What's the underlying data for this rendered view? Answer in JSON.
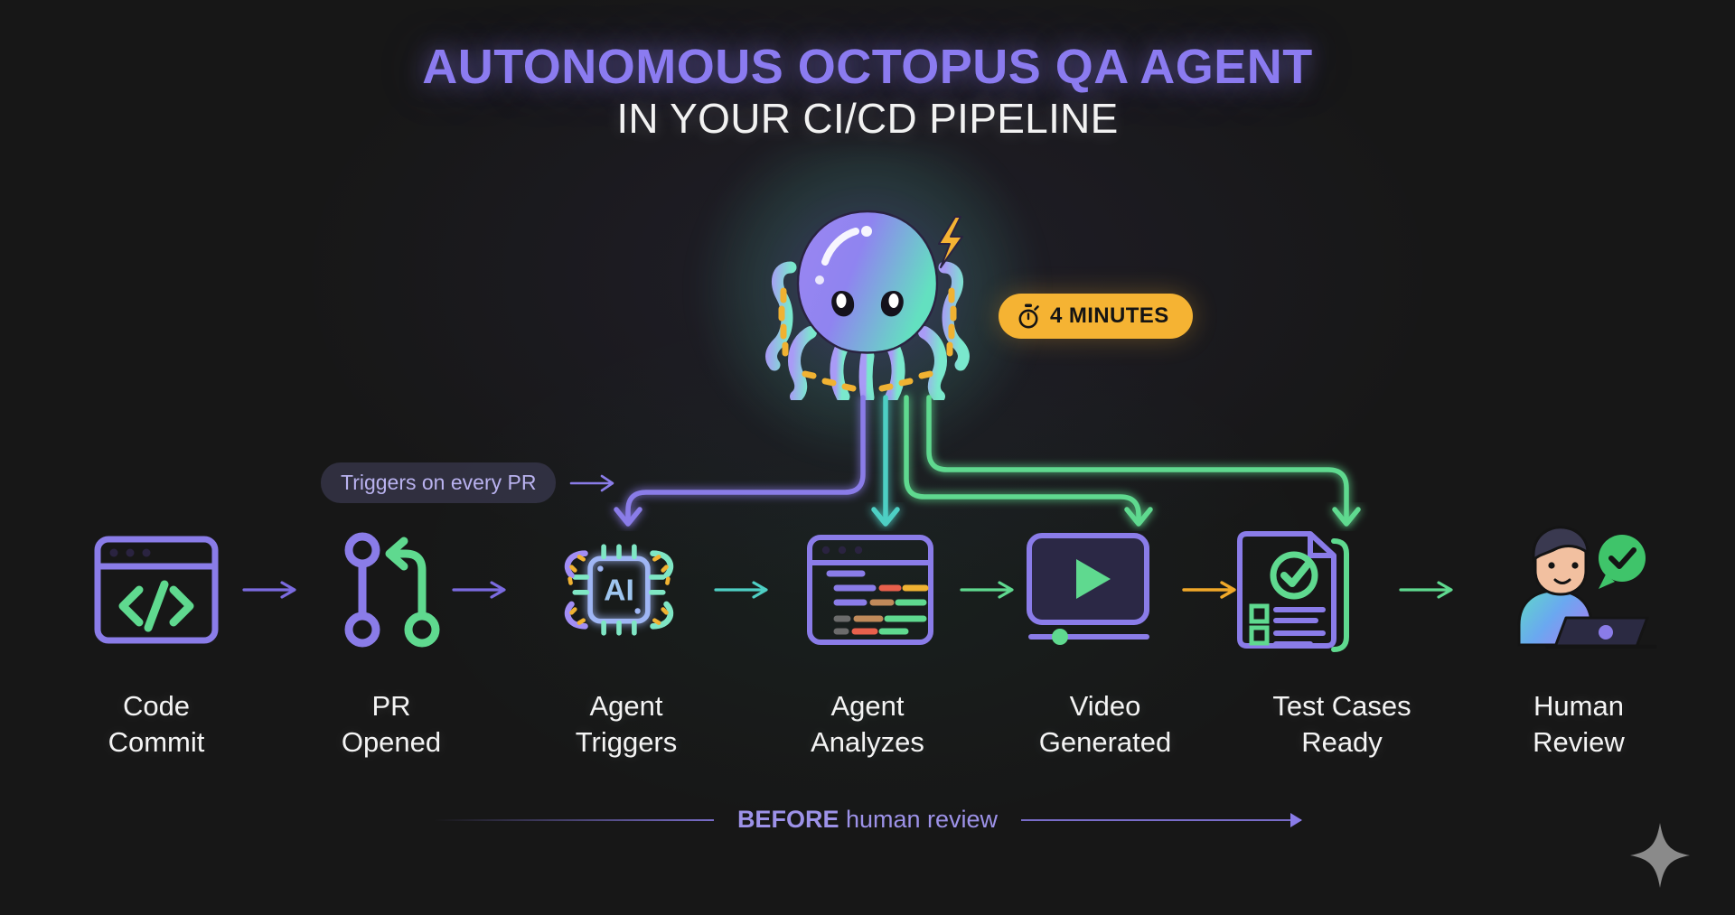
{
  "title": {
    "line1": "AUTONOMOUS OCTOPUS QA AGENT",
    "line2": "IN YOUR CI/CD PIPELINE",
    "accent_color": "#8b7bf0"
  },
  "mascot": {
    "name": "octopus-mascot",
    "bolt": "lightning-bolt"
  },
  "badge": {
    "label": "4 MINUTES",
    "icon": "stopwatch-icon",
    "color": "#f5b333"
  },
  "trigger_note": {
    "label": "Triggers on every PR",
    "arrow": "arrow-right-icon"
  },
  "pipeline": {
    "steps": [
      {
        "label_line1": "Code",
        "label_line2": "Commit",
        "icon": "code-window-icon"
      },
      {
        "label_line1": "PR",
        "label_line2": "Opened",
        "icon": "pull-request-icon"
      },
      {
        "label_line1": "Agent",
        "label_line2": "Triggers",
        "icon": "ai-chip-icon"
      },
      {
        "label_line1": "Agent",
        "label_line2": "Analyzes",
        "icon": "code-analysis-icon"
      },
      {
        "label_line1": "Video",
        "label_line2": "Generated",
        "icon": "video-player-icon"
      },
      {
        "label_line1": "Test Cases",
        "label_line2": "Ready",
        "icon": "test-document-icon"
      },
      {
        "label_line1": "Human",
        "label_line2": "Review",
        "icon": "person-laptop-icon"
      }
    ],
    "arrow_colors": [
      "#7b6be0",
      "#7b6be0",
      "#4ecfc4",
      "#5fd98f",
      "#f0a829",
      "#5fd98f"
    ]
  },
  "footer": {
    "emphasis": "BEFORE",
    "text": " human review"
  },
  "decor": {
    "sparkle": "sparkle-icon"
  }
}
